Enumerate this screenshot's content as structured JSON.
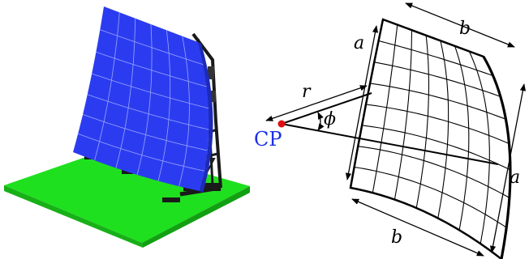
{
  "labels": {
    "cp": "CP",
    "r": "r",
    "phi": "ϕ",
    "a_top": "a",
    "a_right": "a",
    "b_top": "b",
    "b_bottom": "b"
  },
  "colors": {
    "panel_blue": "#2b3cf0",
    "panel_blue_dark": "#1d2bb8",
    "ground_green": "#1fe01f",
    "ground_green_dark": "#17b017",
    "frame_black": "#1a1a1a",
    "cp_dot": "#e01010",
    "cp_text": "#1a2ee8"
  }
}
